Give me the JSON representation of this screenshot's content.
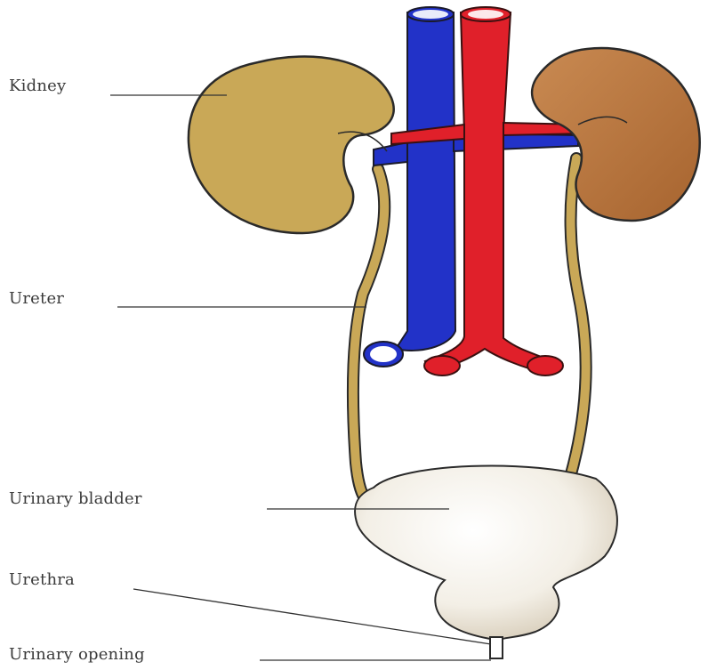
{
  "labels": {
    "kidney": "Kidney",
    "ureter": "Ureter",
    "bladder": "Urinary bladder",
    "urethra": "Urethra",
    "opening": "Urinary opening"
  },
  "colors": {
    "kidney_left": "#c9a857",
    "kidney_right": "#b8733e",
    "vein": "#2232c8",
    "artery": "#e0202a",
    "ureter": "#c9a857",
    "bladder": "#f1ede4",
    "outline": "#2a2a2a"
  }
}
